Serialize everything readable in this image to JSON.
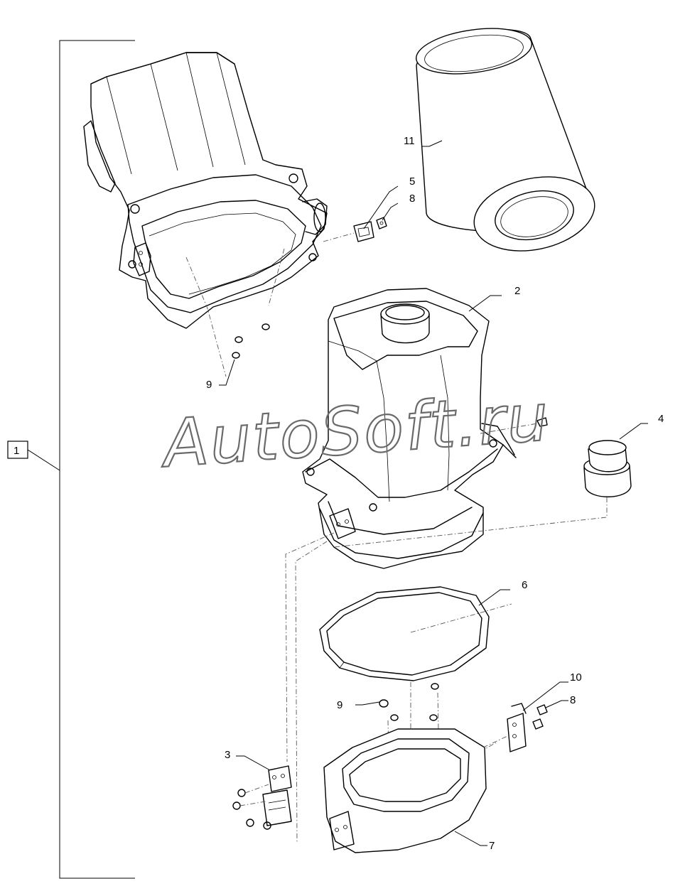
{
  "diagram": {
    "callouts": {
      "c1": "1",
      "c2": "2",
      "c3": "3",
      "c4": "4",
      "c5": "5",
      "c6": "6",
      "c7": "7",
      "c8a": "8",
      "c8b": "8",
      "c9a": "9",
      "c9b": "9",
      "c10": "10",
      "c11": "11"
    },
    "watermark": "AutoSoft.ru"
  }
}
